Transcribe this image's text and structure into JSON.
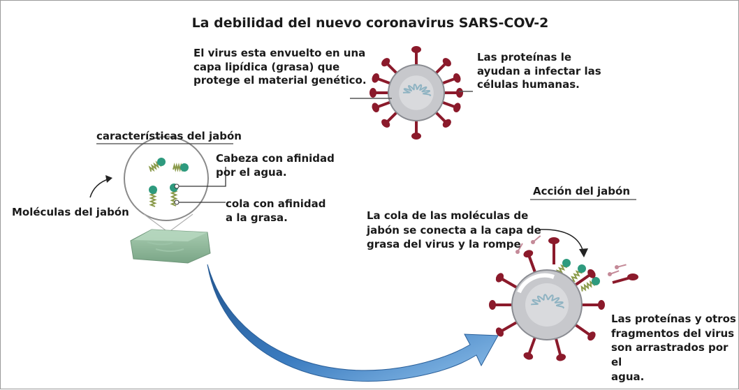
{
  "title": "La debilidad del nuevo coronavirus SARS-COV-2",
  "virus_info": {
    "envelope_text": "El virus esta envuelto en una\ncapa lipídica (grasa) que\nprotege el material genético.",
    "proteins_text": "Las proteínas le\nayudan a infectar las\ncélulas humanas."
  },
  "soap": {
    "heading": "características del jabón",
    "head_label": "Cabeza con afinidad\npor el agua.",
    "tail_label": "cola con afinidad\na la grasa.",
    "molecules_label": "Moléculas del jabón"
  },
  "action": {
    "heading": "Acción del jabón",
    "tail_connects_text": "La cola de las moléculas de\njabón se conecta a la capa de\ngrasa del virus y la rompe",
    "fragments_text": "Las proteínas y otros\nfragmentos del virus\nson arrastrados por el\nagua."
  },
  "colors": {
    "spike": "#8b1a2b",
    "virus_body": "#c7c8cc",
    "rna": "#8fb3c2",
    "soap_head": "#2e9a7e",
    "soap_tail": "#8a9a4a",
    "soap_bar": "#8fb69a",
    "arrow": "#2f6fb0"
  }
}
